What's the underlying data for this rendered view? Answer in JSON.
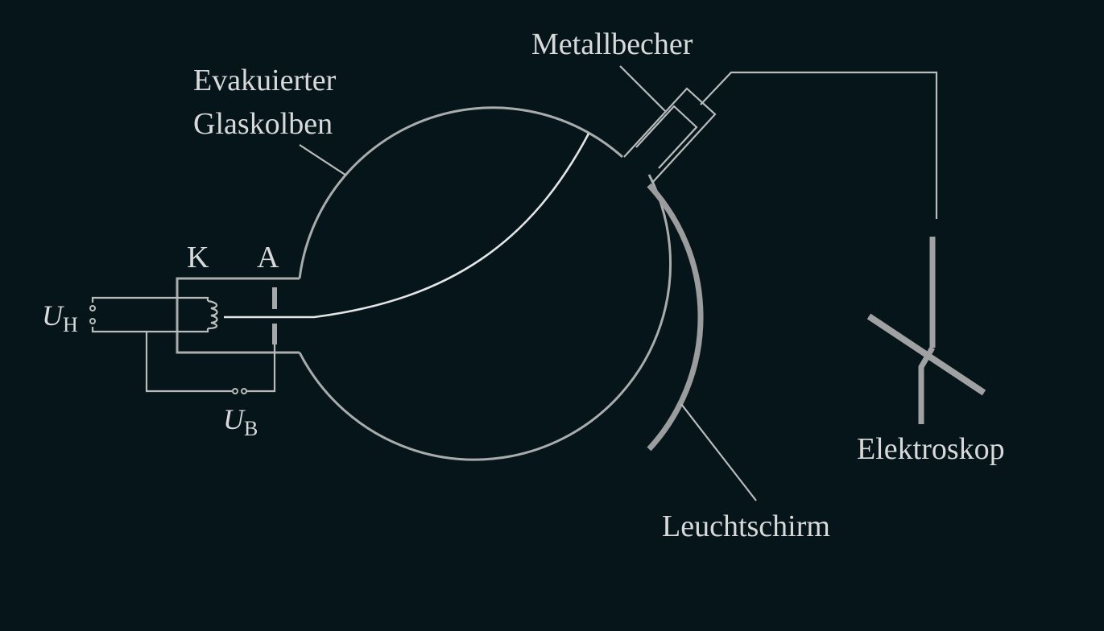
{
  "labels": {
    "metal_cup": "Metallbecher",
    "flask_line1": "Evakuierter",
    "flask_line2": "Glaskolben",
    "cathode": "K",
    "anode": "A",
    "screen": "Leuchtschirm",
    "electroscope": "Elektroskop"
  },
  "voltages": {
    "heater_symbol": "U",
    "heater_sub": "H",
    "accel_symbol": "U",
    "accel_sub": "B"
  },
  "colors": {
    "background": "#06151a",
    "lines": "#b9bcbd",
    "text": "#d7d9da",
    "screen": "#9a9c9d"
  }
}
